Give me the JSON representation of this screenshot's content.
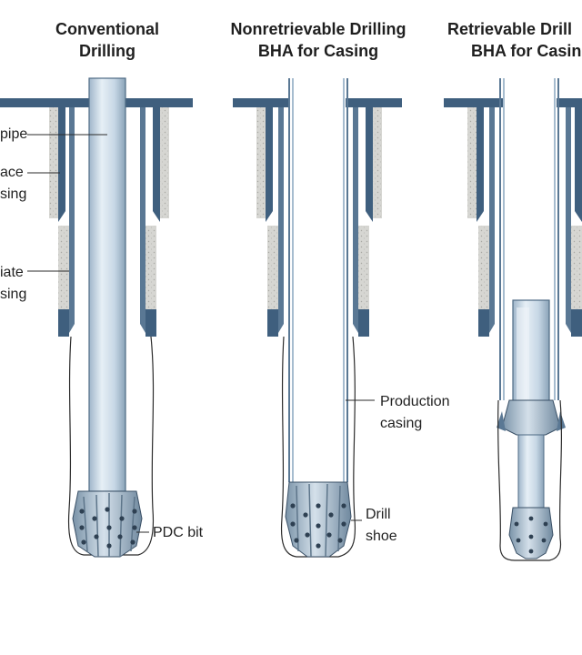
{
  "titles": {
    "conventional": {
      "line1": "Conventional",
      "line2": "Drilling"
    },
    "nonretrievable": {
      "line1": "Nonretrievable Drilling",
      "line2": "BHA for Casing"
    },
    "retrievable": {
      "line1": "Retrievable Drill",
      "line2": "BHA for Casin"
    }
  },
  "labels": {
    "drill_pipe": "pipe",
    "surface_casing_1": "ace",
    "surface_casing_2": "sing",
    "intermediate_casing_1": "iate",
    "intermediate_casing_2": "sing",
    "pdc_bit": "PDC bit",
    "production_casing_1": "Production",
    "production_casing_2": "casing",
    "drill_shoe_1": "Drill",
    "drill_shoe_2": "shoe"
  },
  "colors": {
    "steel_dark": "#3f5f7e",
    "steel_mid": "#6c8aa6",
    "pipe_light": "#dce8f2",
    "cement": "#d6d6d2",
    "bit": "#8ea6b9",
    "line": "#2b2b2b"
  }
}
